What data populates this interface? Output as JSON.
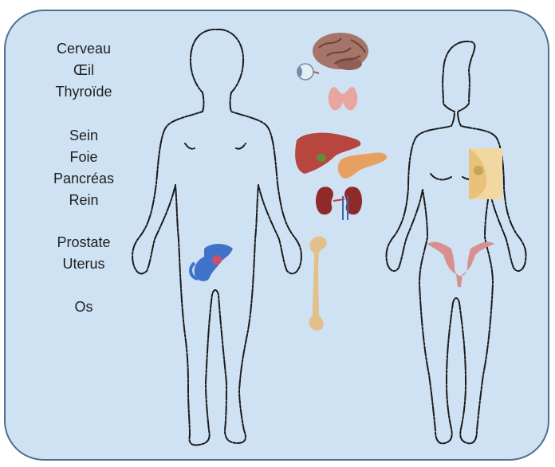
{
  "labels": {
    "group1": [
      "Cerveau",
      "Œil",
      "Thyroïde"
    ],
    "group2": [
      "Sein",
      "Foie",
      "Pancréas",
      "Rein"
    ],
    "group3": [
      "Prostate",
      "Uterus"
    ],
    "group4": [
      "Os"
    ]
  },
  "colors": {
    "panel_background": "#cfe2f3",
    "panel_border": "#4e6f8e",
    "outline": "#1a1a1a",
    "brain": "#a6756a",
    "thyroid": "#e7a6a0",
    "liver": "#b7463f",
    "pancreas": "#e8a060",
    "kidney": "#8e2a2a",
    "prostate": "#3f73c9",
    "uterus": "#d98f8f",
    "breast": "#f1d8a2",
    "bone": "#e3c08b"
  }
}
